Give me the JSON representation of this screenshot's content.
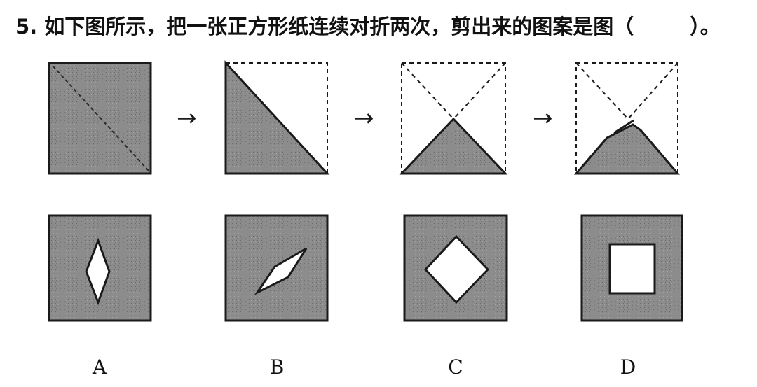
{
  "question": {
    "number": "5.",
    "text": "如下图所示，把一张正方形纸连续对折两次，剪出来的图案是图（",
    "blank": "",
    "closing": "）。"
  },
  "sequence": {
    "arrow_glyph": "→",
    "steps": [
      "full-square-with-diagonal",
      "folded-once-triangle",
      "folded-twice-triangle",
      "cut-triangle"
    ]
  },
  "options": [
    {
      "label": "A",
      "hole_shape": "thin-diamond"
    },
    {
      "label": "B",
      "hole_shape": "tilted-parallelogram"
    },
    {
      "label": "C",
      "hole_shape": "diamond"
    },
    {
      "label": "D",
      "hole_shape": "square"
    }
  ],
  "colors": {
    "paper_fill": "#8c8c8c",
    "line": "#1a1a1a",
    "hole": "#ffffff"
  }
}
